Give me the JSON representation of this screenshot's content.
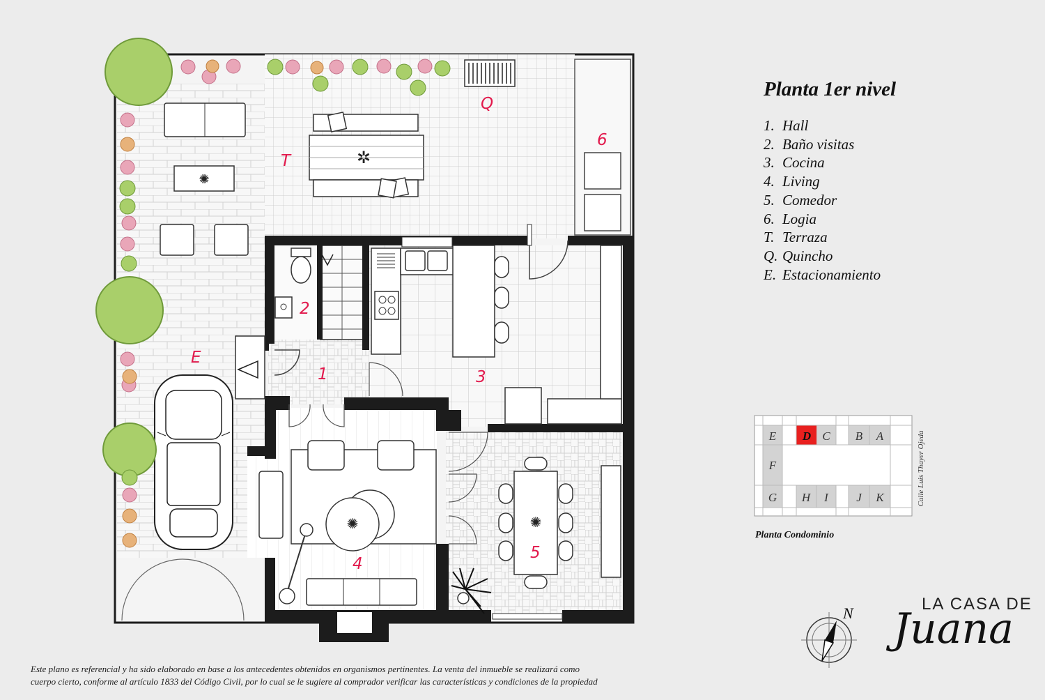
{
  "legend": {
    "title": "Planta 1er nivel",
    "items": [
      {
        "n": "1.",
        "label": "Hall"
      },
      {
        "n": "2.",
        "label": "Baño visitas"
      },
      {
        "n": "3.",
        "label": "Cocina"
      },
      {
        "n": "4.",
        "label": "Living"
      },
      {
        "n": "5.",
        "label": "Comedor"
      },
      {
        "n": "6.",
        "label": "Logia"
      },
      {
        "n": "T.",
        "label": "Terraza"
      },
      {
        "n": "Q.",
        "label": "Quincho"
      },
      {
        "n": "E.",
        "label": "Estacionamiento"
      }
    ]
  },
  "room_labels": {
    "r1": "1",
    "r2": "2",
    "r3": "3",
    "r4": "4",
    "r5": "5",
    "r6": "6",
    "t": "T",
    "q": "Q",
    "e": "E"
  },
  "condo": {
    "label": "Planta Condominio",
    "street": "Calle Luis Thayer Ojeda",
    "units": {
      "E": "E",
      "D": "D",
      "C": "C",
      "B": "B",
      "A": "A",
      "F": "F",
      "G": "G",
      "H": "H",
      "I": "I",
      "J": "J",
      "K": "K"
    },
    "highlight": "D",
    "highlight_color": "#e8201f"
  },
  "compass": {
    "label": "N"
  },
  "brand": {
    "line1": "LA CASA DE",
    "line2": "Juana"
  },
  "disclaimer": {
    "line1": "Este plano es referencial y ha sido elaborado en base a los antecedentes obtenidos en organismos pertinentes.  La venta del inmueble se realizará como",
    "line2": "cuerpo cierto, conforme al artículo 1833 del Código Civil, por lo cual se le sugiere al comprador verificar las características y condiciones de la propiedad"
  },
  "colors": {
    "wall": "#1c1c1c",
    "room_label": "#e2194c",
    "tree": "#a9cf6a",
    "flower": "#e9a6b8"
  }
}
